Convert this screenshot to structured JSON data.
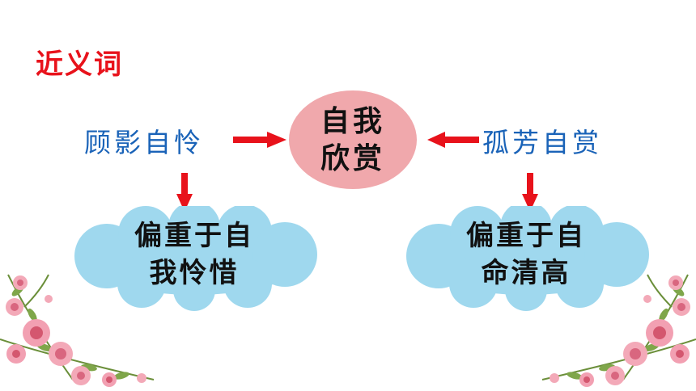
{
  "slide": {
    "title": "近义词",
    "center": {
      "line1": "自我",
      "line2": "欣赏"
    },
    "left_word": "顾影自怜",
    "right_word": "孤芳自赏",
    "left_cloud": {
      "line1": "偏重于自",
      "line2": "我怜惜"
    },
    "right_cloud": {
      "line1": "偏重于自",
      "line2": "命清高"
    }
  },
  "colors": {
    "title": "#e8121b",
    "word": "#1a63b8",
    "arrow": "#e8121b",
    "center_fill": "#f0a8ac",
    "cloud_fill": "#9fd8ee",
    "text_dark": "#111111"
  },
  "decorations": {
    "left_corner": "pink-roses-icon",
    "right_corner": "pink-roses-icon"
  }
}
